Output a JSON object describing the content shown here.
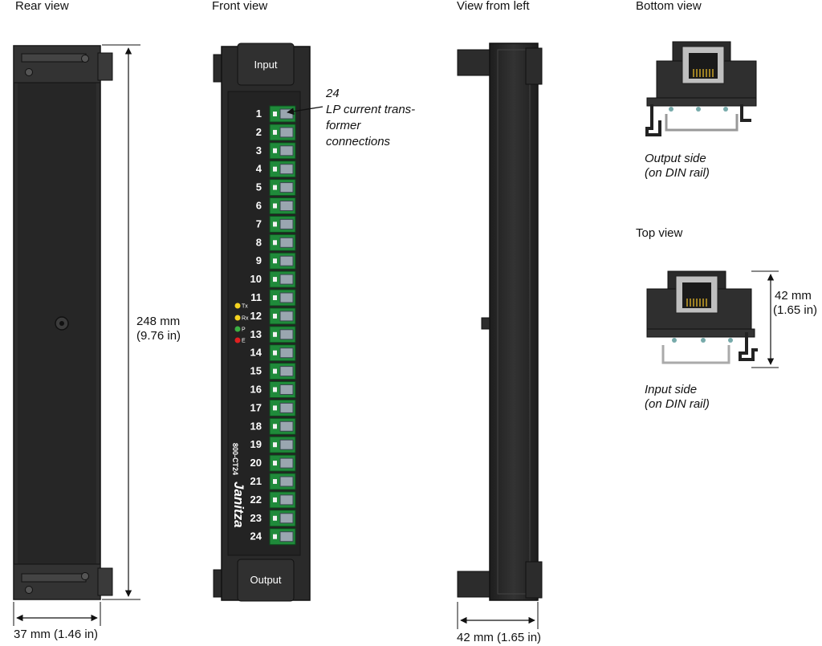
{
  "views": {
    "rear": "Rear view",
    "front": "Front view",
    "left": "View from left",
    "bottom": "Bottom view",
    "top": "Top view"
  },
  "dimensions": {
    "height_mm": "248 mm",
    "height_in": "(9.76 in)",
    "width_rear": "37 mm (1.46 in)",
    "width_left": "42 mm (1.65 in)",
    "depth_mm": "42 mm",
    "depth_in": "(1.65 in)"
  },
  "callout": {
    "line1": "24",
    "line2": "LP current trans-",
    "line3": "former",
    "line4": "connections"
  },
  "front": {
    "input_label": "Input",
    "output_label": "Output",
    "brand": "Janitza",
    "model": "800-CT24",
    "connectors": [
      "1",
      "2",
      "3",
      "4",
      "5",
      "6",
      "7",
      "8",
      "9",
      "10",
      "11",
      "12",
      "13",
      "14",
      "15",
      "16",
      "17",
      "18",
      "19",
      "20",
      "21",
      "22",
      "23",
      "24"
    ],
    "leds": [
      {
        "label": "Tx",
        "color": "#f4d21f"
      },
      {
        "label": "Rx",
        "color": "#f4d21f"
      },
      {
        "label": "P",
        "color": "#3cb043"
      },
      {
        "label": "E",
        "color": "#e02020"
      }
    ]
  },
  "captions": {
    "output_line1": "Output side",
    "output_line2": "(on DIN rail)",
    "input_line1": "Input side",
    "input_line2": "(on DIN rail)"
  },
  "colors": {
    "housing": "#2b2b2b",
    "housing_dark": "#1c1c1c",
    "terminal_green": "#1f8a3a"
  }
}
